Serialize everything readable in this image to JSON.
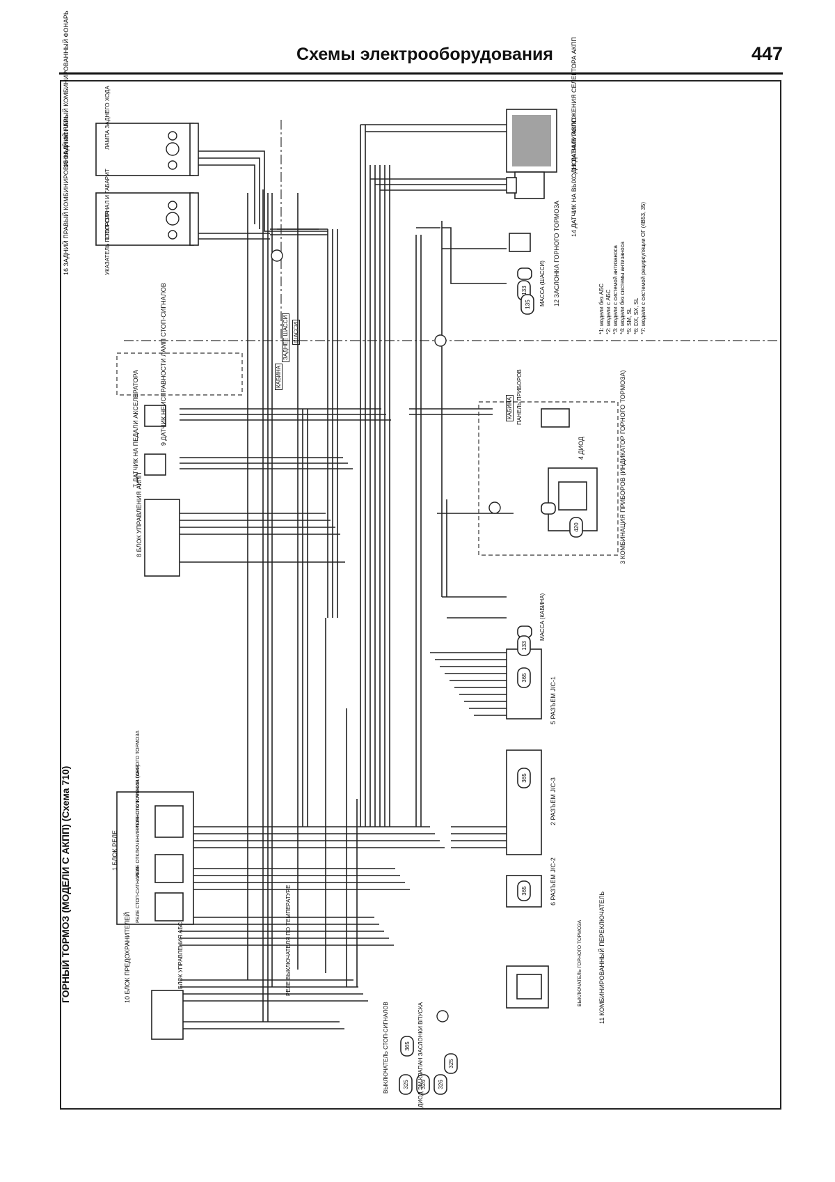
{
  "header": {
    "title": "Схемы электрооборудования",
    "page_number": "447"
  },
  "diagram": {
    "title": "ГОРНЫЙ ТОРМОЗ (МОДЕЛИ С АКПП) (Схема 710)",
    "components": {
      "c1": "1 БЛОК РЕЛЕ",
      "c1_relay_a": "РЕЛЕ СТОП-СИГНАЛОВ",
      "c1_relay_b": "РЕЛЕ ОТКЛЮЧЕНИЯ ГОРНОГО ТОРМОЗА (АБС)",
      "c1_relay_c": "РЕЛЕ ОТКЛЮЧЕНИЯ ГОРНОГО ТОРМОЗА",
      "c2": "2 РАЗЪЕМ J/C-3",
      "c3": "3 КОМБИНАЦИЯ ПРИБОРОВ (ИНДИКАТОР ГОРНОГО ТОРМОЗА)",
      "c4": "4 ДИОД",
      "c5": "5 РАЗЪЕМ J/C-1",
      "c6": "6 РАЗЪЕМ J/C-2",
      "c7": "7 ДАТЧИК НА ПЕДАЛИ АКСЕЛЕРАТОРА",
      "c8": "8 БЛОК УПРАВЛЕНИЯ АКПП",
      "c9": "9 ДАТЧИК НЕИСПРАВНОСТИ ЛАМП СТОП-СИГНАЛОВ",
      "c10": "10 БЛОК ПРЕДОХРАНИТЕЛЕЙ",
      "c11": "11 КОМБИНИРОВАННЫЙ ПЕРЕКЛЮЧАТЕЛЬ",
      "c11_switch": "ВЫКЛЮЧАТЕЛЬ ГОРНОГО ТОРМОЗА",
      "c12": "12 ЗАСЛОНКА ГОРНОГО ТОРМОЗА",
      "c13": "13 ДАТЧИК ПОЛОЖЕНИЯ СЕЛЕКТОРА АКПП",
      "c14": "14 ДАТЧИК НА ВЫХОДНОМ ВАЛУ АКПП",
      "c15": "15 ЗАДНИЙ ЛЕВЫЙ КОМБИНИРОВАННЫЙ ФОНАРЬ",
      "c16": "16 ЗАДНИЙ ПРАВЫЙ КОМБИНИРОВАННЫЙ ФОНАРЬ"
    },
    "lamp_labels": {
      "reverse": "ЛАМПА ЗАДНЕГО ХОДА",
      "stop": "СТОП-СИГНАЛ И ГАБАРИТ",
      "turn": "УКАЗАТЕЛЬ ПОВОРОТА"
    },
    "bottom_labels": {
      "abs_unit": "БЛОК УПРАВЛЕНИЯ АБС",
      "temp_relay": "РЕЛЕ ВЫКЛЮЧАТЕЛЯ ПО ТЕМПЕРАТУРЕ",
      "stop_switch": "ВЫКЛЮЧАТЕЛЬ СТОП-СИГНАЛОВ",
      "diode_valve": "ДИОД ЭМ КЛАПАН ЗАСЛОНКИ ВПУСКА"
    },
    "zones": {
      "rear_chassis": "ЗАДНЕЕ ШАССИ",
      "chassis": "ШАССИ",
      "cabin": "КАБИНА",
      "cabin2": "КАБИНА",
      "panel": "ПАНЕЛЬ ПРИБОРОВ"
    },
    "ground_labels": {
      "cabin": "МАССА (КАБИНА)",
      "chassis": "МАССА (ШАССИ)"
    },
    "ref_codes": [
      "325",
      "365",
      "325",
      "326",
      "326",
      "365",
      "365",
      "365",
      "420",
      "133",
      "133",
      "135"
    ],
    "footnotes": [
      "*1: модели без АБС",
      "*2: модели с АБС",
      "*3: модели с системой антизаноса",
      "*4: модели без системы антизаноса",
      "*5: SM, SL",
      "*6: DX, SX, SL",
      "*7: модели с системой рециркуляции ОГ (4B53, 35)"
    ]
  }
}
